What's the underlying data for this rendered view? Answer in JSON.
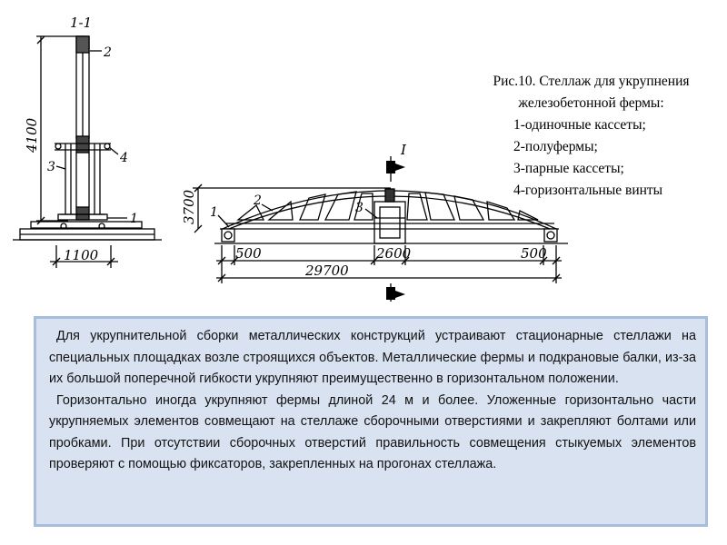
{
  "figure": {
    "section_label": "1-1",
    "cut_mark": "I",
    "numbers": {
      "n1": "1",
      "n2": "2",
      "n3": "3",
      "n4": "4"
    },
    "dims": {
      "height_4100": "4100",
      "width_1100": "1100",
      "height_3700": "3700",
      "left_500": "500",
      "center_2600": "2600",
      "span_29700": "29700",
      "right_500": "500"
    }
  },
  "caption": {
    "title_line1": "Рис.10. Стеллаж для укрупнения",
    "title_line2": "железобетонной фермы:",
    "items": [
      "1-одиночные кассеты;",
      "2-полуфермы;",
      "3-парные кассеты;",
      "4-горизонтальные винты"
    ]
  },
  "text": {
    "paragraph1": "Для укрупнительной сборки металлических конструкций устраивают стационарные стеллажи на специальных площадках возле строящихся объектов. Металлические фермы и подкрановые балки, из-за их большой поперечной гибкости укрупняют преимущественно в горизонтальном положении.",
    "paragraph2": "Горизонтально иногда укрупняют фермы длиной 24 м и более. Уложенные горизонтально части укрупняемых элементов совмещают на стеллаже сборочными отверстиями и закрепляют болтами или пробками. При отсутствии сборочных отверстий правильность совмещения стыкуемых элементов проверяют с помощью фиксаторов, закрепленных на прогонах стеллажа."
  }
}
